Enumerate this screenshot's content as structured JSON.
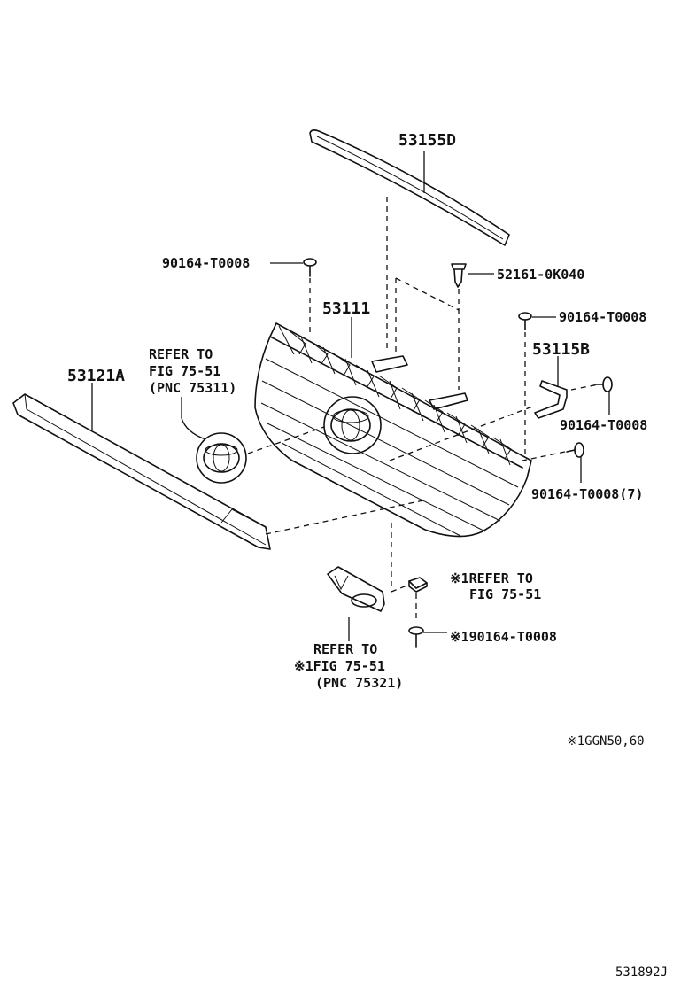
{
  "labels": {
    "p53155D": "53155D",
    "p90164_top_left": "90164-T0008",
    "p52161": "52161-0K040",
    "p90164_right_top": "90164-T0008",
    "p53111": "53111",
    "p53115B": "53115B",
    "p53121A": "53121A",
    "refer_emblem": [
      "REFER TO",
      "FIG 75-51",
      "(PNC 75311)"
    ],
    "p90164_right_mid": "90164-T0008",
    "p90164_right_low": "90164-T0008(7)",
    "refer_clip": [
      "※1REFER TO",
      "FIG 75-51"
    ],
    "p90164_bottom": "※190164-T0008",
    "refer_badge": [
      "REFER TO",
      "※1FIG 75-51",
      "(PNC 75321)"
    ],
    "note": "※1GGN50,60",
    "diagram_code": "531892J"
  }
}
